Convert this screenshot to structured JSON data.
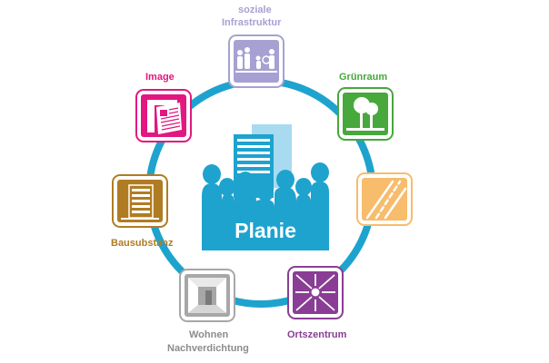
{
  "center": {
    "title": "Planie",
    "color": "#1ea3cf",
    "accent_light": "#a8daf0"
  },
  "ring_color": "#1ea3cf",
  "nodes": [
    {
      "id": "soziale-infrastruktur",
      "label_line1": "soziale",
      "label_line2": "Infrastruktur",
      "color": "#a6a1d2",
      "icon": "people-icon"
    },
    {
      "id": "gruenraum",
      "label_line1": "Grünraum",
      "label_line2": "",
      "color": "#47a83c",
      "icon": "tree-icon"
    },
    {
      "id": "verkehr",
      "label_line1": "",
      "label_line2": "",
      "color": "#f7bc6c",
      "icon": "road-icon"
    },
    {
      "id": "ortszentrum",
      "label_line1": "Ortszentrum",
      "label_line2": "",
      "color": "#8a3d94",
      "icon": "converging-arrows-icon"
    },
    {
      "id": "wohnen-nachverdichtung",
      "label_line1": "Wohnen",
      "label_line2": "Nachverdichtung",
      "color": "#a7a7a7",
      "icon": "room-icon"
    },
    {
      "id": "bausubstanz",
      "label_line1": "Bausubstanz",
      "label_line2": "",
      "color": "#b07c23",
      "icon": "building-facade-icon"
    },
    {
      "id": "image",
      "label_line1": "Image",
      "label_line2": "",
      "color": "#e2177f",
      "icon": "newspaper-icon"
    }
  ],
  "label_colors": {
    "soziale-infrastruktur": "#a6a1d2",
    "gruenraum": "#47a83c",
    "ortszentrum": "#8a3d94",
    "wohnen-nachverdichtung": "#8c8c8c",
    "bausubstanz": "#b07c23",
    "image": "#e2177f"
  }
}
